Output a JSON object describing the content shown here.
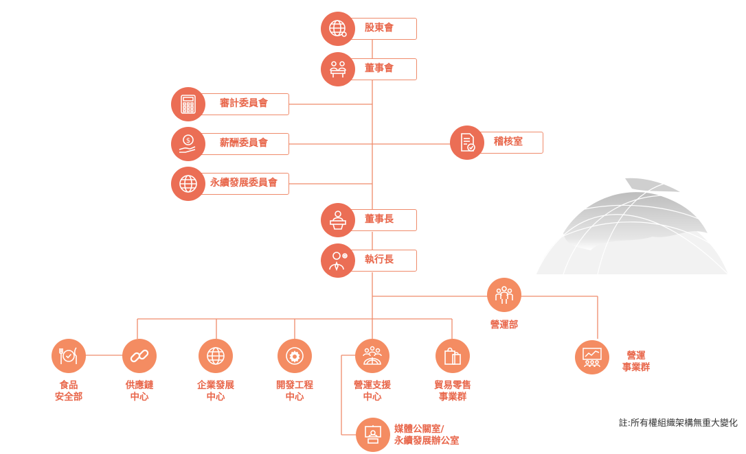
{
  "governance": {
    "shareholders": "股東會",
    "board": "董事會",
    "audit_committee": "審計委員會",
    "remuneration_committee": "薪酬委員會",
    "sustainability_committee": "永續發展委員會",
    "internal_audit": "稽核室",
    "chairman": "董事長",
    "ceo": "執行長"
  },
  "operations": {
    "operations_dept": "營運部",
    "business_group_line1": "營運",
    "business_group_line2": "事業群"
  },
  "centers": [
    {
      "line1": "食品",
      "line2": "安全部"
    },
    {
      "line1": "供應鏈",
      "line2": "中心"
    },
    {
      "line1": "企業發展",
      "line2": "中心"
    },
    {
      "line1": "開發工程",
      "line2": "中心"
    },
    {
      "line1": "營運支援",
      "line2": "中心"
    },
    {
      "line1": "貿易零售",
      "line2": "事業群"
    }
  ],
  "pr_office": {
    "line1": "媒體公關室/",
    "line2": "永續發展辦公室"
  },
  "footnote": "註:所有權組織架構無重大變化",
  "colors": {
    "line": "#ef8a6a",
    "circle_dark": "#eb6e55",
    "circle_light": "#f48c62",
    "text": "#e8664a"
  },
  "icons": [
    "globe-network-icon",
    "meeting-icon",
    "calculator-icon",
    "money-hand-icon",
    "globe-icon",
    "document-check-icon",
    "speaker-podium-icon",
    "executive-icon",
    "team-icon",
    "growth-chart-icon",
    "food-safety-icon",
    "chain-link-icon",
    "globe-icon",
    "gear-icon",
    "team-globe-icon",
    "shopping-bags-icon",
    "presentation-icon"
  ]
}
